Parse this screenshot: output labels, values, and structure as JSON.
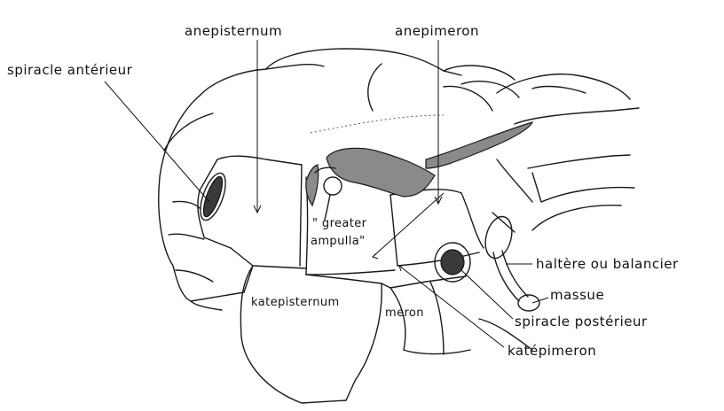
{
  "labels": {
    "anepisternum": "anepisternum",
    "anepimeron": "anepimeron",
    "spiracle_anterieur": "spiracle antérieur",
    "greater_ampulla_line1": "\" greater",
    "greater_ampulla_line2": "ampulla\"",
    "katepisternum": "katepisternum",
    "meron": "meron",
    "haltere": "haltère ou balancier",
    "massue": "massue",
    "spiracle_posterieur": "spiracle postérieur",
    "katepimeron": "katépimeron"
  }
}
